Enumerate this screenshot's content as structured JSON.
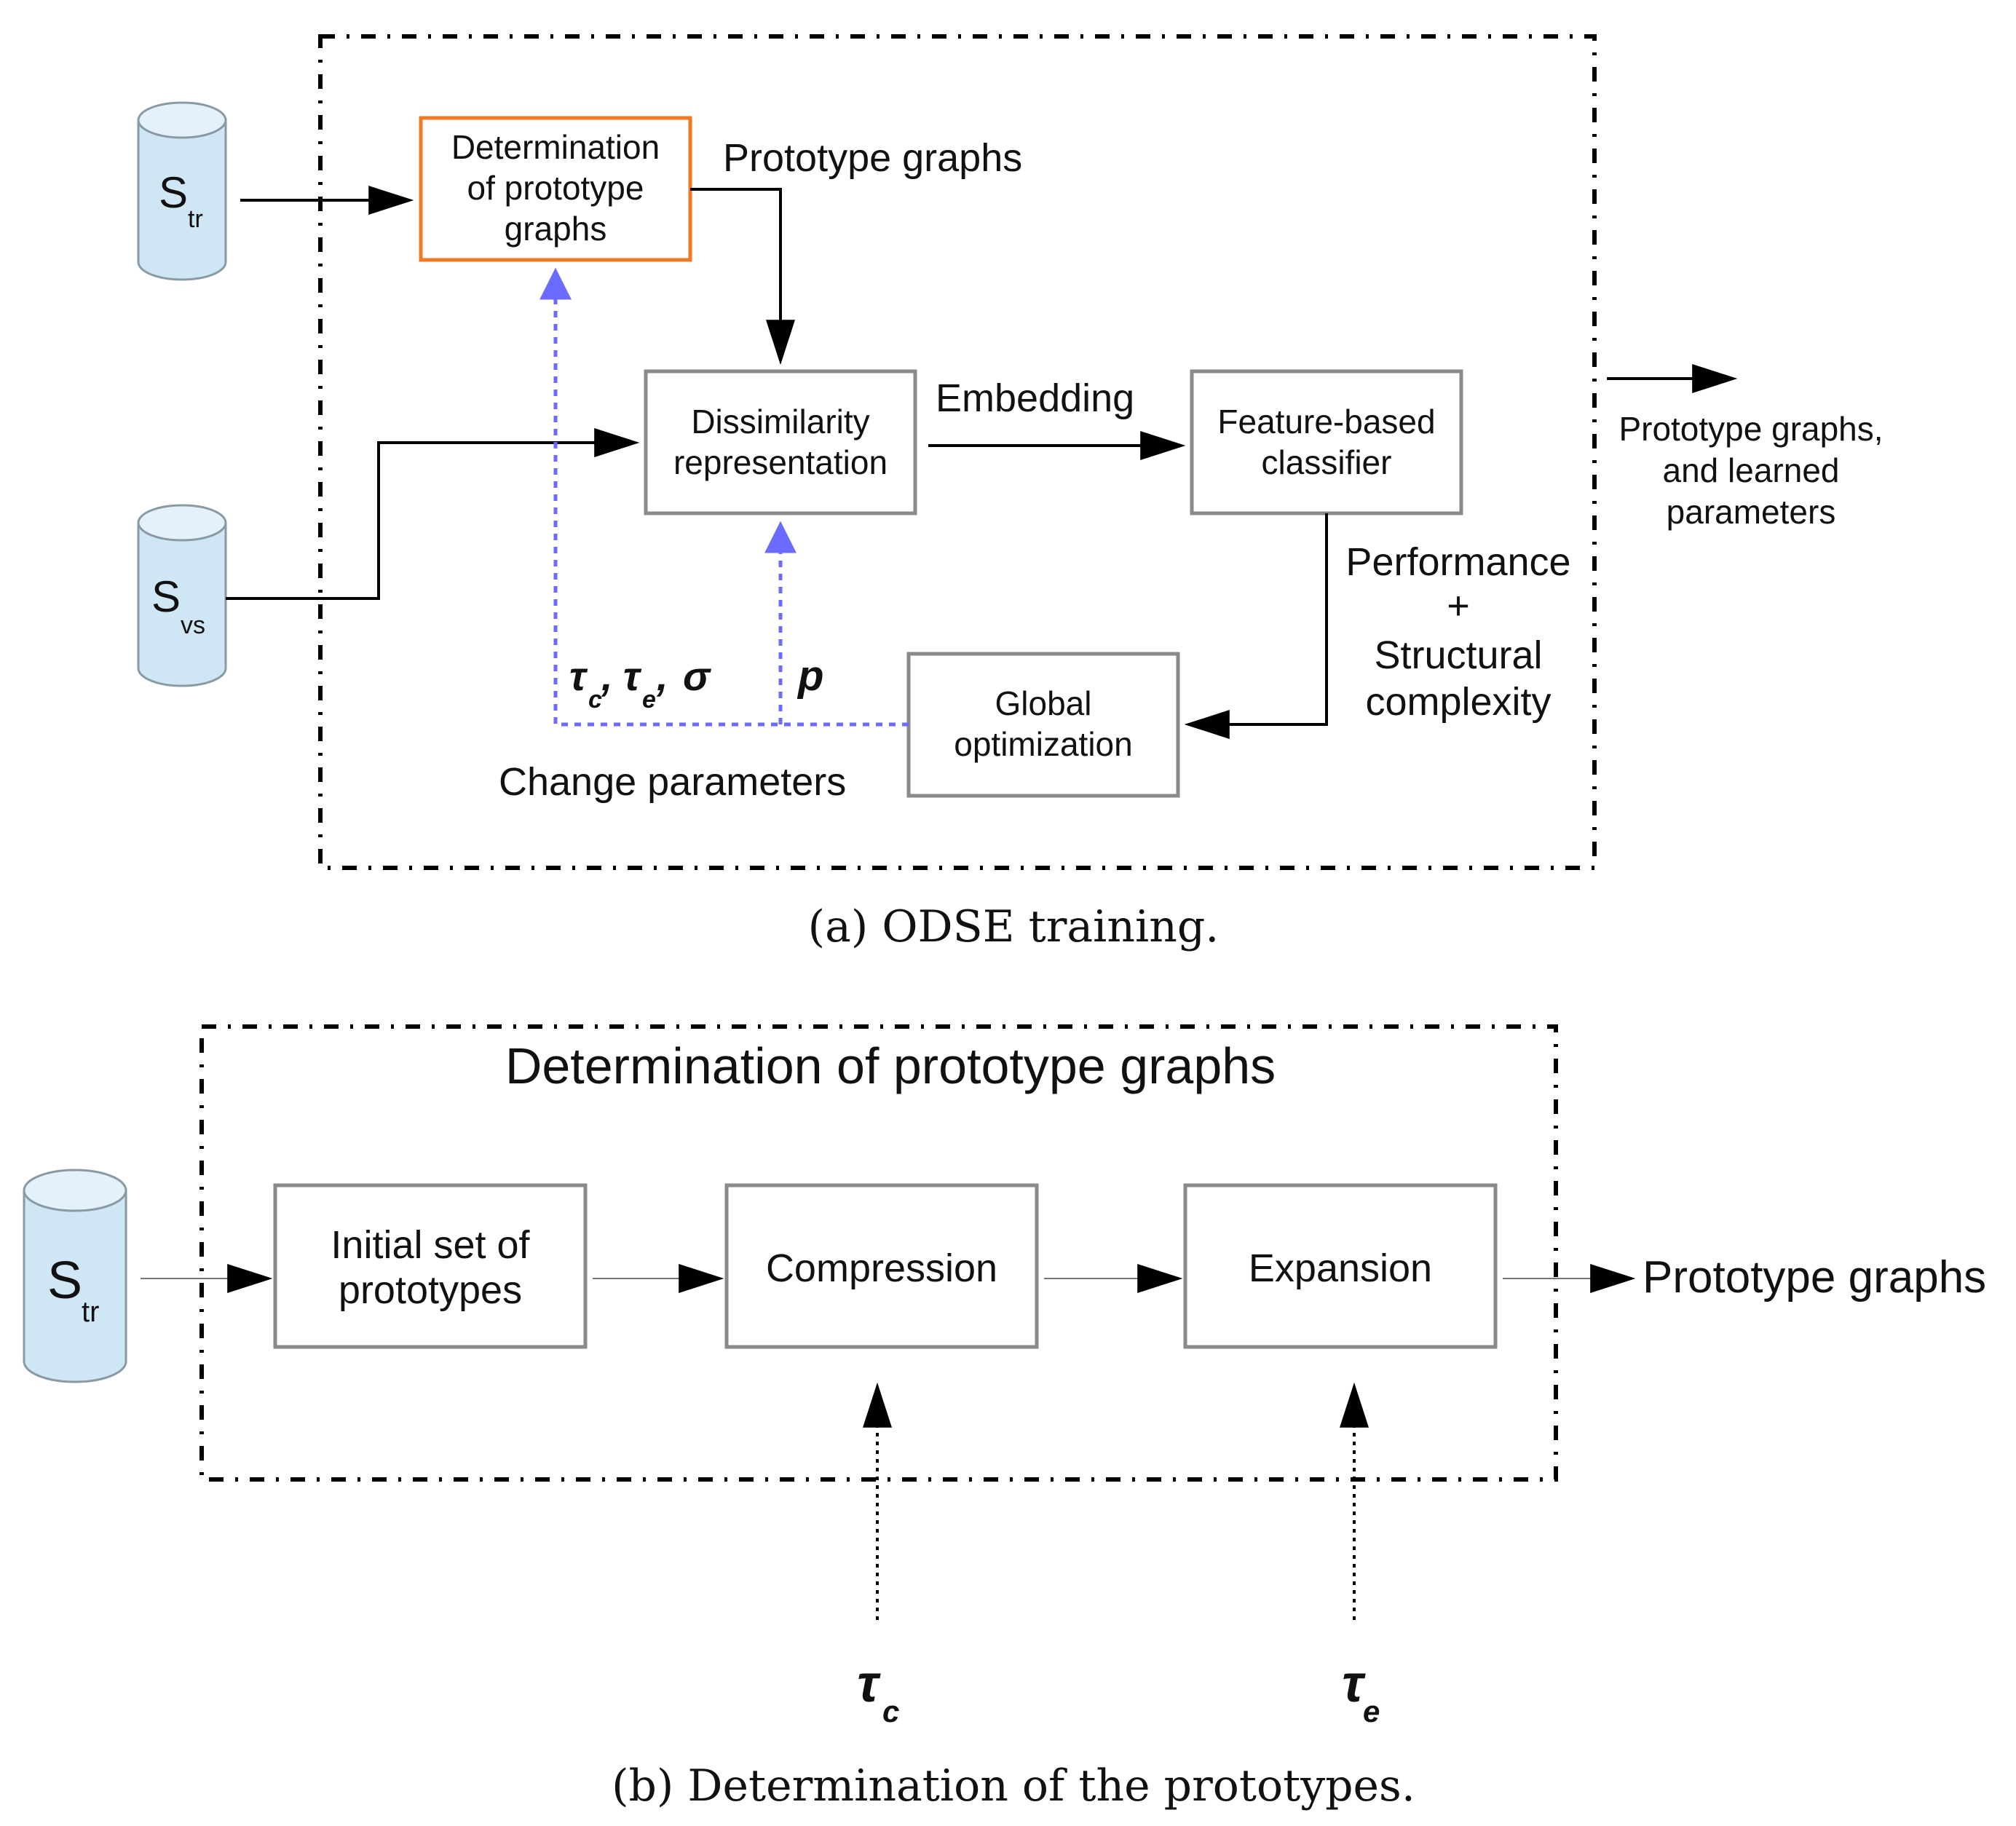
{
  "panel_a": {
    "caption": "(a)  ODSE training.",
    "inputs": {
      "s_tr": {
        "main": "S",
        "sub": "tr"
      },
      "s_vs": {
        "main": "S",
        "sub": "vs"
      }
    },
    "boxes": {
      "determination": [
        "Determination",
        "of prototype",
        "graphs"
      ],
      "dissimilarity": [
        "Dissimilarity",
        "representation"
      ],
      "classifier": [
        "Feature-based",
        "classifier"
      ],
      "optimization": [
        "Global",
        "optimization"
      ]
    },
    "labels": {
      "prototype_graphs": "Prototype graphs",
      "embedding": "Embedding",
      "performance": [
        "Performance",
        "+",
        "Structural",
        "complexity"
      ],
      "change_parameters": "Change parameters",
      "p": "p",
      "output": [
        "Prototype graphs,",
        "and learned",
        "parameters"
      ]
    },
    "params": {
      "tau": "τ",
      "c": "c",
      "e": "e",
      "comma": ",",
      "sigma": "σ"
    }
  },
  "panel_b": {
    "caption": "(b)  Determination of the prototypes.",
    "title": "Determination of prototype graphs",
    "input": {
      "main": "S",
      "sub": "tr"
    },
    "boxes": {
      "initial": [
        "Initial set of",
        "prototypes"
      ],
      "compression": [
        "Compression"
      ],
      "expansion": [
        "Expansion"
      ]
    },
    "output": "Prototype graphs",
    "tau_c": {
      "main": "τ",
      "sub": "c"
    },
    "tau_e": {
      "main": "τ",
      "sub": "e"
    }
  },
  "colors": {
    "highlight": "#f07a24",
    "feedback": "#6b6bff",
    "cylinder": "#cfe6f4"
  }
}
